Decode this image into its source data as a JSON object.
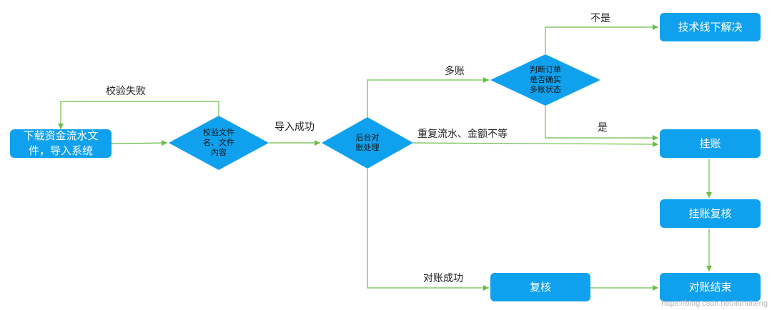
{
  "nodes": {
    "download": "下载资金流水文件，导入系统",
    "validate": [
      "校验文件",
      "名、文件",
      "内容"
    ],
    "reconcile": [
      "后台对",
      "账处理"
    ],
    "judge": [
      "判断订单",
      "是否确实",
      "多账状态"
    ],
    "offline": "技术线下解决",
    "suspend": "挂账",
    "suspend_review": "挂账复核",
    "review": "复核",
    "end": "对账结束"
  },
  "edge_labels": {
    "validate_fail": "校验失败",
    "import_success": "导入成功",
    "multi_account": "多账",
    "not": "不是",
    "yes": "是",
    "duplicate": "重复流水、金额不等",
    "reconcile_success": "对账成功"
  },
  "watermark": "https://blog.csdn.net/liuhuiteng",
  "colors": {
    "node_fill": "#10a1ee",
    "arrow": "#6abd45",
    "text": "#222222"
  }
}
